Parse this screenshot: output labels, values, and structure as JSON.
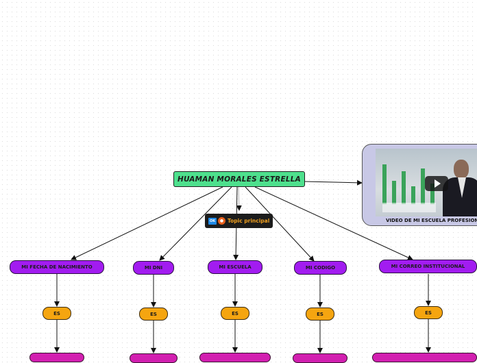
{
  "central": {
    "label": "HUAMAN MORALES ESTRELLA"
  },
  "topic_badge": {
    "ok_text": "OK",
    "label": "Topic principal"
  },
  "video": {
    "caption": "VIDEO DE MI ESCUELA PROFESIONAL",
    "icon": "play-icon"
  },
  "branches": [
    {
      "label": "MI FECHA DE NACIMIENTO",
      "connector": "ES"
    },
    {
      "label": "MI DNI",
      "connector": "ES"
    },
    {
      "label": "MI ESCUELA",
      "connector": "ES"
    },
    {
      "label": "MI CODIGO",
      "connector": "ES"
    },
    {
      "label": "MI CORREO INSTITUCIONAL",
      "connector": "ES"
    }
  ],
  "colors": {
    "central": "#4ee08d",
    "branch": "#a21cf0",
    "connector": "#f5a510",
    "leaf": "#d21fb0"
  }
}
